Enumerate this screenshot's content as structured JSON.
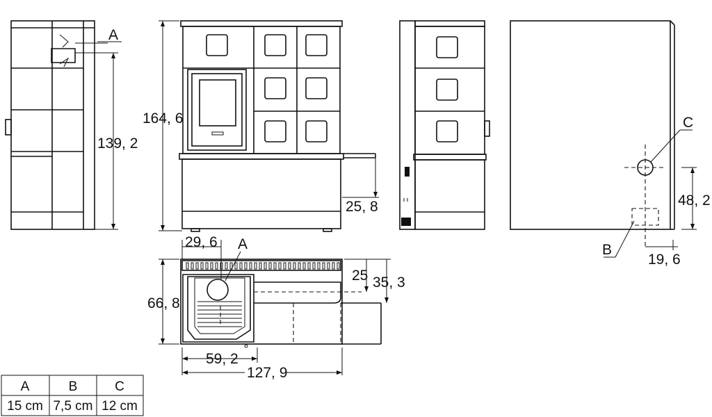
{
  "callouts": {
    "a_side": "A",
    "a_plan": "A",
    "b": "B",
    "c": "C"
  },
  "dimensions": {
    "side_height": "139, 2",
    "total_height": "164, 6",
    "bench_height": "25, 8",
    "rear_height": "48, 2",
    "rear_offset": "19, 6",
    "plan_depth": "66, 8",
    "plan_a_offset": "29, 6",
    "plan_25": "25",
    "plan_35": "35, 3",
    "plan_59": "59, 2",
    "plan_width": "127, 9"
  },
  "table": {
    "headers": [
      "A",
      "B",
      "C"
    ],
    "values": [
      "15 cm",
      "7,5 cm",
      "12 cm"
    ]
  }
}
